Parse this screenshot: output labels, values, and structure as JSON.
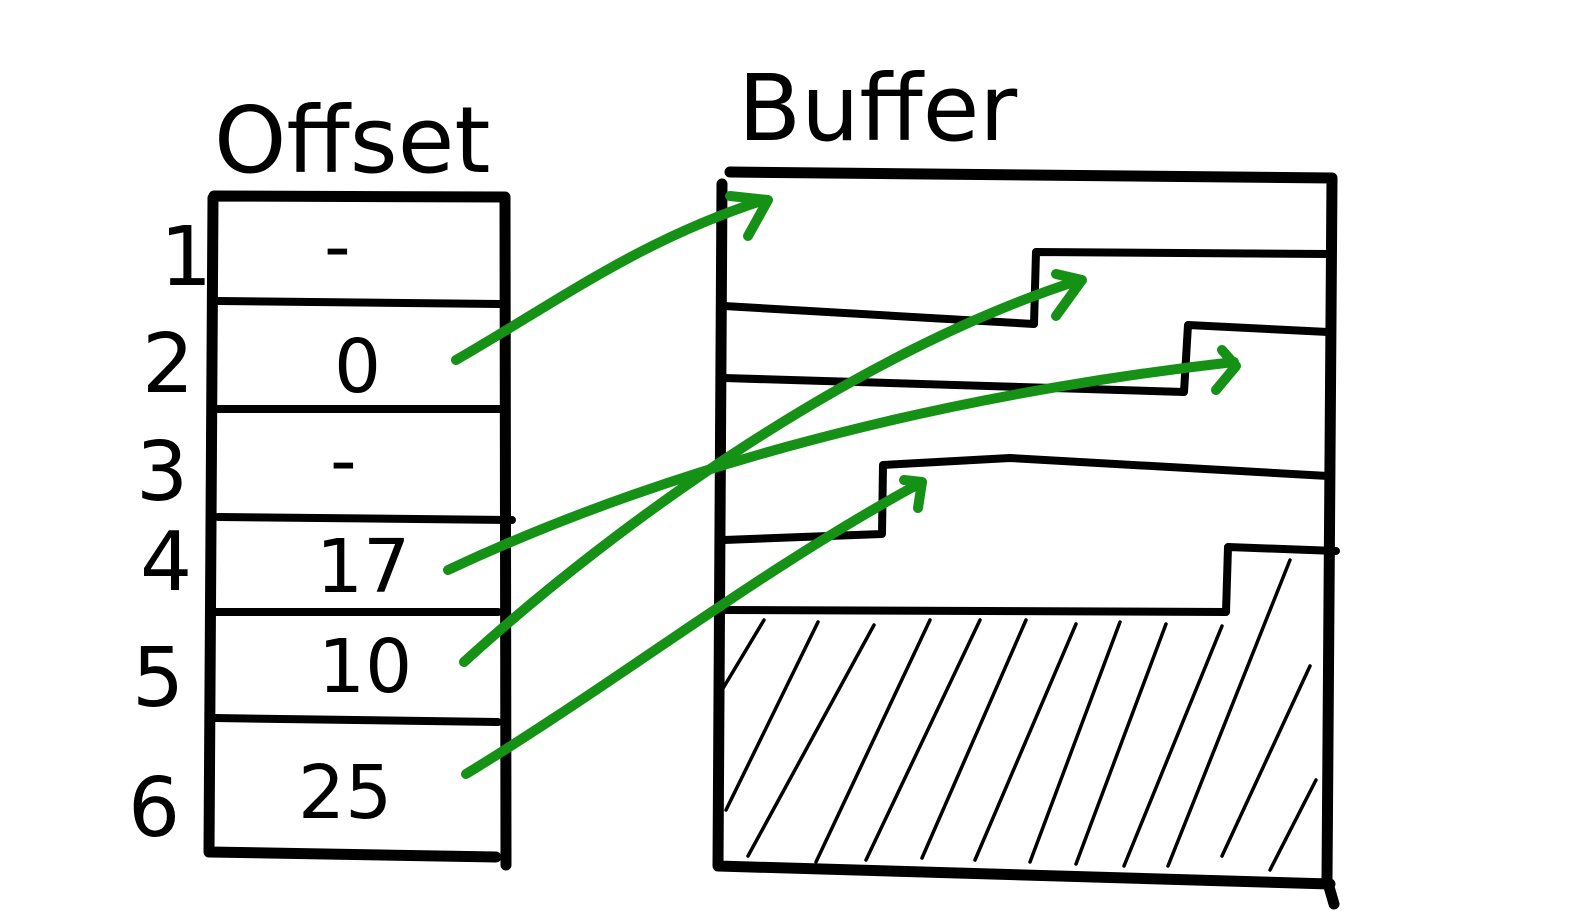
{
  "offset_table": {
    "title": "Offset",
    "rows": [
      {
        "index": "1",
        "value": "-"
      },
      {
        "index": "2",
        "value": "0"
      },
      {
        "index": "3",
        "value": "-"
      },
      {
        "index": "4",
        "value": "17"
      },
      {
        "index": "5",
        "value": "10"
      },
      {
        "index": "6",
        "value": "25"
      }
    ]
  },
  "buffer": {
    "title": "Buffer"
  },
  "colors": {
    "ink": "#000000",
    "arrow": "#159115",
    "background": "#ffffff"
  }
}
